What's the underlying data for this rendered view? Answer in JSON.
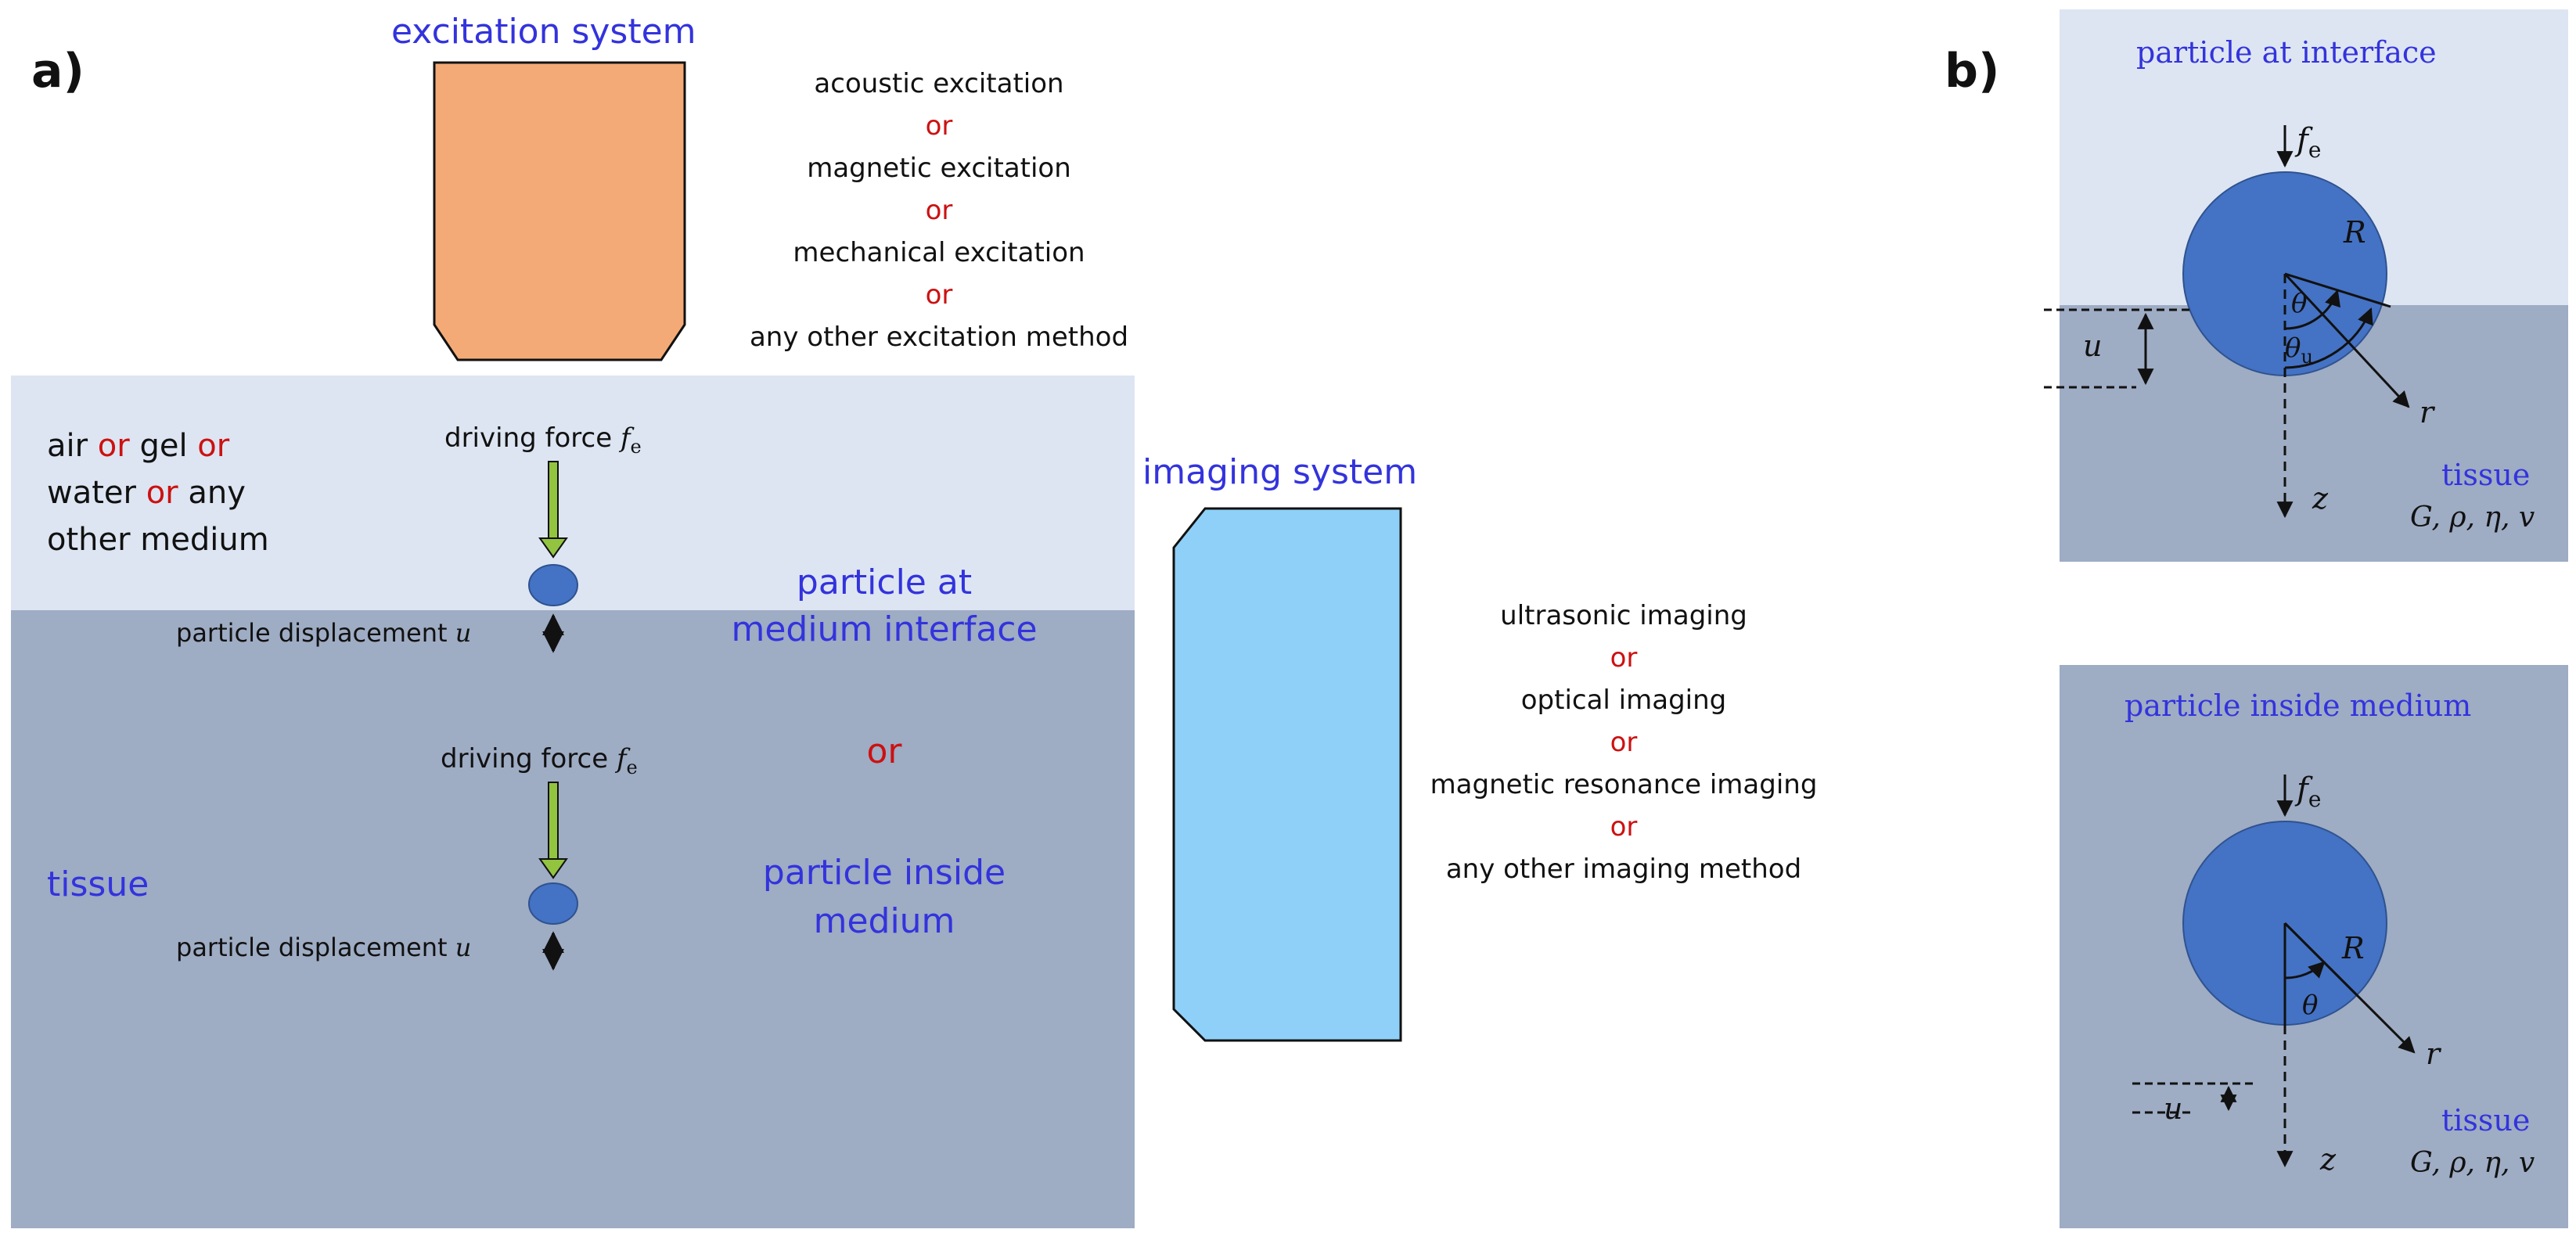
{
  "panel_a": {
    "label": "a)",
    "excitation_title": "excitation system",
    "excitation_methods": [
      "acoustic excitation",
      "magnetic excitation",
      "mechanical excitation",
      "any other excitation method"
    ],
    "or_word": "or",
    "medium_line1_a": "air",
    "medium_line1_b": "gel",
    "medium_line2_a": "water",
    "medium_line2_b": "any",
    "medium_line3": "other medium",
    "driving_force_label": "driving force",
    "f_symbol": "f",
    "f_subscript": "e",
    "particle_displacement_label": "particle displacement",
    "u_symbol": "u",
    "particle_at_interface_line1": "particle at",
    "particle_at_interface_line2": "medium interface",
    "particle_inside_line1": "particle inside",
    "particle_inside_line2": "medium",
    "tissue_label": "tissue",
    "imaging_title": "imaging system",
    "imaging_methods": [
      "ultrasonic imaging",
      "optical imaging",
      "magnetic resonance imaging",
      "any other imaging method"
    ]
  },
  "panel_b": {
    "label": "b)",
    "top_title": "particle at interface",
    "bottom_title": "particle inside medium",
    "R_symbol": "R",
    "r_symbol": "r",
    "theta_symbol": "θ",
    "theta_u_symbol": "θ",
    "theta_u_subscript": "u",
    "u_symbol": "u",
    "z_symbol": "z",
    "tissue_label": "tissue",
    "params": "G, ρ, η, v",
    "f_symbol": "f",
    "f_subscript": "e"
  },
  "colors": {
    "medium_light": "#dde5f2",
    "tissue": "#9eacc4",
    "excitation": "#f4aa76",
    "imaging": "#8fd0f8",
    "particle": "#4472c4",
    "arrow_green": "#92c440",
    "text_blue": "#3333dd",
    "text_red": "#cc1111"
  }
}
